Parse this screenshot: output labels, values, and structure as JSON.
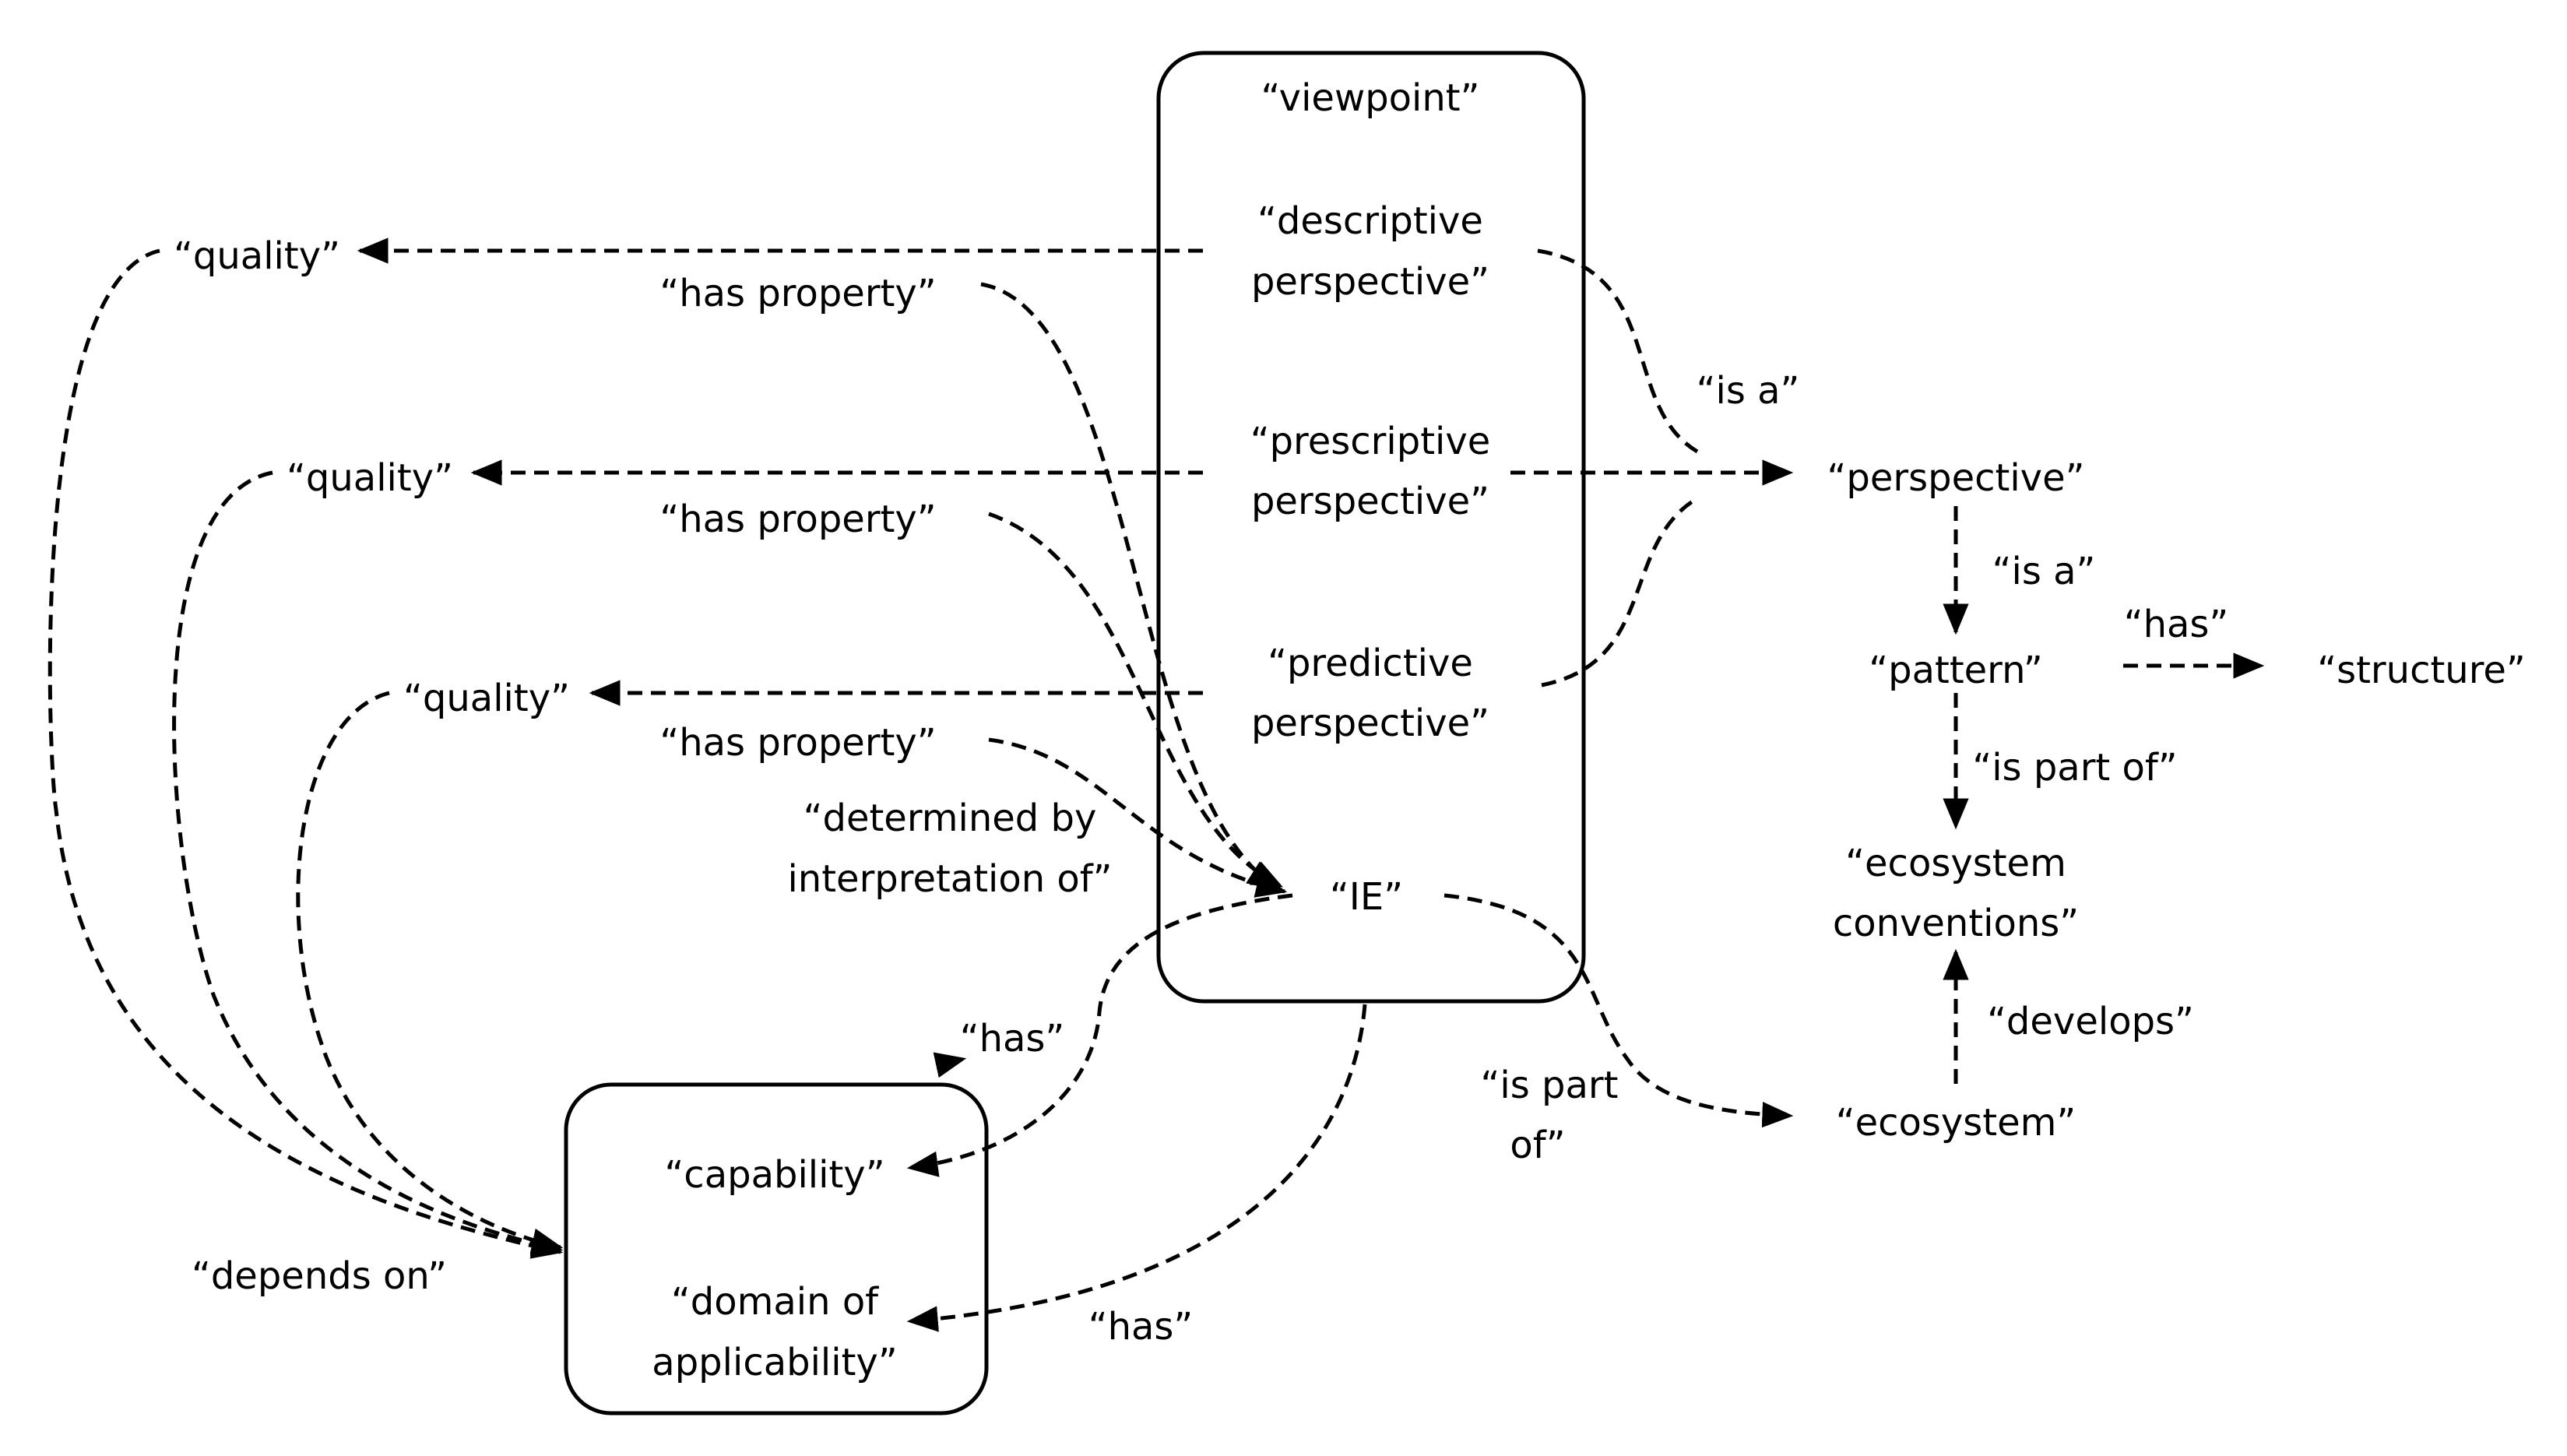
{
  "colors": {
    "ink": "#000000",
    "background": "#ffffff"
  },
  "nodes": {
    "viewpoint": "“viewpoint”",
    "descriptive_1": "“descriptive",
    "descriptive_2": "perspective”",
    "prescriptive_1": "“prescriptive",
    "prescriptive_2": "perspective”",
    "predictive_1": "“predictive",
    "predictive_2": "perspective”",
    "ie": "“IE”",
    "quality_1": "“quality”",
    "quality_2": "“quality”",
    "quality_3": "“quality”",
    "capability": "“capability”",
    "domain_1": "“domain of",
    "domain_2": "applicability”",
    "perspective": "“perspective”",
    "pattern": "“pattern”",
    "structure": "“structure”",
    "conventions_1": "“ecosystem",
    "conventions_2": "conventions”",
    "ecosystem": "“ecosystem”"
  },
  "edges": {
    "has_property_1": "“has property”",
    "has_property_2": "“has property”",
    "has_property_3": "“has property”",
    "determined_1": "“determined by",
    "determined_2": "interpretation of”",
    "is_a_1": "“is a”",
    "is_a_2": "“is a”",
    "has_structure": "“has”",
    "is_part_of_conventions": "“is part of”",
    "develops": "“develops”",
    "is_part_of_ecosystem_1": "“is part",
    "is_part_of_ecosystem_2": "of”",
    "has_capability": "“has”",
    "has_domain": "“has”",
    "depends_on": "“depends on”"
  }
}
